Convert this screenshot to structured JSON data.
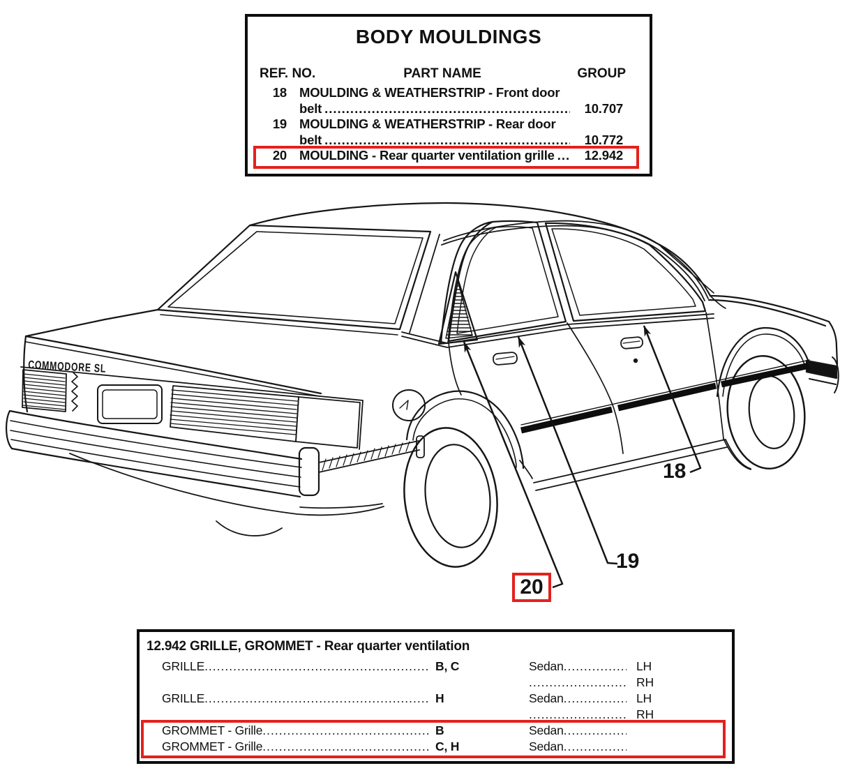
{
  "colors": {
    "highlight_red": "#e3211d",
    "line_black": "#141414"
  },
  "top_table": {
    "title": "BODY MOULDINGS",
    "headers": {
      "ref": "REF. NO.",
      "part": "PART NAME",
      "group": "GROUP"
    },
    "rows": [
      {
        "ref": "18",
        "name": "MOULDING & WEATHERSTRIP - Front door",
        "name2": "belt",
        "group": "10.707",
        "highlighted": false
      },
      {
        "ref": "19",
        "name": "MOULDING & WEATHERSTRIP - Rear door",
        "name2": "belt",
        "group": "10.772",
        "highlighted": false
      },
      {
        "ref": "20",
        "name": "MOULDING - Rear quarter ventilation grille",
        "group": "12.942",
        "highlighted": true
      }
    ]
  },
  "diagram": {
    "badge": "COMMODORE SL",
    "callouts": {
      "c18": {
        "label": "18",
        "highlighted": false
      },
      "c19": {
        "label": "19",
        "highlighted": false
      },
      "c20": {
        "label": "20",
        "highlighted": true
      }
    }
  },
  "bottom_table": {
    "heading": "12.942 GRILLE, GROMMET - Rear quarter ventilation",
    "rows": [
      {
        "name": "GRILLE",
        "code": "B, C",
        "body": "Sedan",
        "side": "LH",
        "highlighted": false
      },
      {
        "name": "",
        "code": "",
        "body": "",
        "side": "RH",
        "highlighted": false
      },
      {
        "name": "GRILLE",
        "code": "H",
        "body": "Sedan",
        "side": "LH",
        "highlighted": false
      },
      {
        "name": "",
        "code": "",
        "body": "",
        "side": "RH",
        "highlighted": false
      },
      {
        "name": "GROMMET - Grille",
        "code": "B",
        "body": "Sedan",
        "side": "",
        "highlighted": true
      },
      {
        "name": "GROMMET - Grille",
        "code": "C, H",
        "body": "Sedan",
        "side": "",
        "highlighted": true
      }
    ]
  }
}
